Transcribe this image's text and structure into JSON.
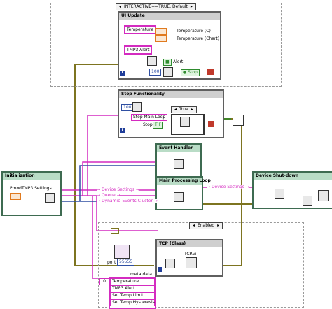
{
  "case_interactive": {
    "selector": "INTERACTIVE==TRUE, Default"
  },
  "ui_update": {
    "title": "UI Update",
    "temperature_label": "Temperature",
    "temperature_c": "Temperature (C)",
    "temperature_chart": "Temperature (Chart)",
    "alert_label": "TMP3 Alert",
    "alert_indicator": "Alert",
    "wait_ms": "100",
    "stop_label": "Stop"
  },
  "stop_functionality": {
    "title": "Stop Functionality",
    "wait_ms": "100",
    "stop_main_loop": "Stop Main Loop",
    "stop_label": "Stop",
    "case_selector": "True",
    "bool_const": "T F"
  },
  "event_handler": {
    "title": "Event Handler"
  },
  "initialization": {
    "title": "Initialization",
    "settings_label": "PmodTMP3 Settings"
  },
  "main_processing": {
    "title": "Main Processing Loop"
  },
  "device_shutdown": {
    "title": "Device Shut-down"
  },
  "wires": {
    "device_settings": "Device Settings",
    "queue": "Queue",
    "dynamic_events": "Dynamic_Events Cluster",
    "device_settings_right": "Device Settings"
  },
  "enabled_case": {
    "selector": "Enabled"
  },
  "tcp": {
    "title": "TCP (Class)",
    "port_label": "port",
    "port_value": "55555",
    "tcp_vi": "TCP.vi",
    "meta_label": "meta data",
    "index_const": "0",
    "meta_items": [
      "Temperature",
      "TMP3 Alert",
      "Set Temp Limit",
      "Set Temp Hysteresis"
    ]
  },
  "colors": {
    "pink_wire": "#d42bc0",
    "blue_wire": "#2f4fa2",
    "olive_wire": "#7d7420",
    "frame_gray": "#5f5f5f",
    "green_frame": "#3e6b51"
  }
}
